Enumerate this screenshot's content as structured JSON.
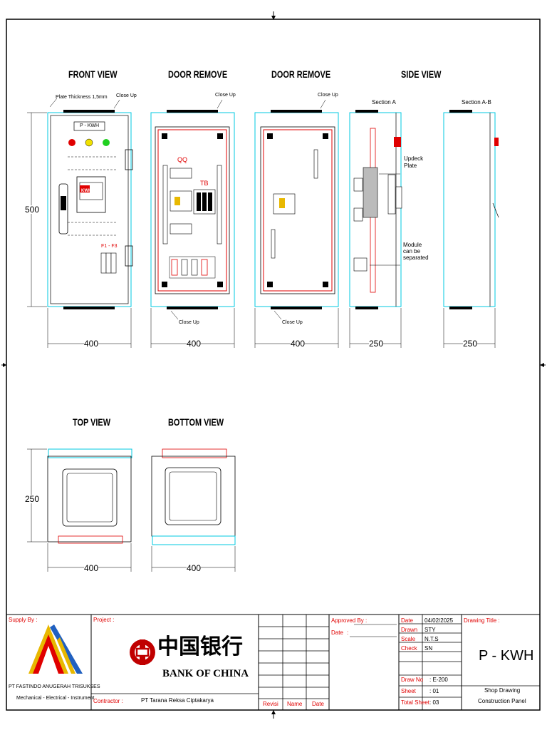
{
  "views": {
    "front_view": "FRONT VIEW",
    "door_remove_1": "DOOR REMOVE",
    "door_remove_2": "DOOR REMOVE",
    "side_view": "SIDE VIEW",
    "top_view": "TOP VIEW",
    "bottom_view": "BOTTOM VIEW"
  },
  "annotations": {
    "plate_thickness": "Plate Thickness 1,5mm",
    "close_up": "Close Up",
    "section_a": "Section A",
    "section_ab": "Section A-B",
    "updeck_plate": "Updeck Plate",
    "module_separated": "Module can be separated",
    "panel_label": "P - KWH",
    "kwh": "KWH",
    "fuse": "F1 - F3",
    "qq": "QQ",
    "tb": "TB"
  },
  "dimensions": {
    "front_height": "500",
    "front_width": "400",
    "door1_width": "400",
    "door2_width": "400",
    "side_depth_1": "250",
    "side_depth_2": "250",
    "top_height": "250",
    "top_width": "400",
    "bottom_width": "400"
  },
  "title_block": {
    "supply_by_label": "Supply By :",
    "company_name": "PT FASTINDO ANUGERAH TRISUKSES",
    "company_tagline": "Mechanical - Electrical - Instrument",
    "project_label": "Project :",
    "client_chinese": "中国银行",
    "client_name": "BANK OF CHINA",
    "contractor_label": "Contractor :",
    "contractor_value": "PT Tarana Reksa Ciptakarya",
    "revisi": "Revisi",
    "name": "Name",
    "date_col": "Date",
    "approved_by": "Approved By :",
    "date_label": "Date",
    "date_colon": ":",
    "date_key": "Date",
    "date_value": "04/02/2025",
    "drawn_key": "Drawn",
    "drawn_value": "STY",
    "scale_key": "Scale",
    "scale_value": "N.T.S",
    "check_key": "Check",
    "check_value": "SN",
    "drawno_key": "Draw No",
    "drawno_value": ": E-200",
    "sheet_key": "Sheet",
    "sheet_value": ": 01",
    "total_key": "Total Sheet",
    "total_value": ": 03",
    "drawing_title_label": "Drawing Title :",
    "drawing_title": "P - KWH",
    "subtitle_1": "Shop Drawing",
    "subtitle_2": "Construction Panel"
  },
  "colors": {
    "cyan": "#00c8e0",
    "red": "#e00000",
    "yellow": "#f0e000",
    "green": "#20d020",
    "gold": "#e8b800",
    "blue": "#2060c0"
  }
}
